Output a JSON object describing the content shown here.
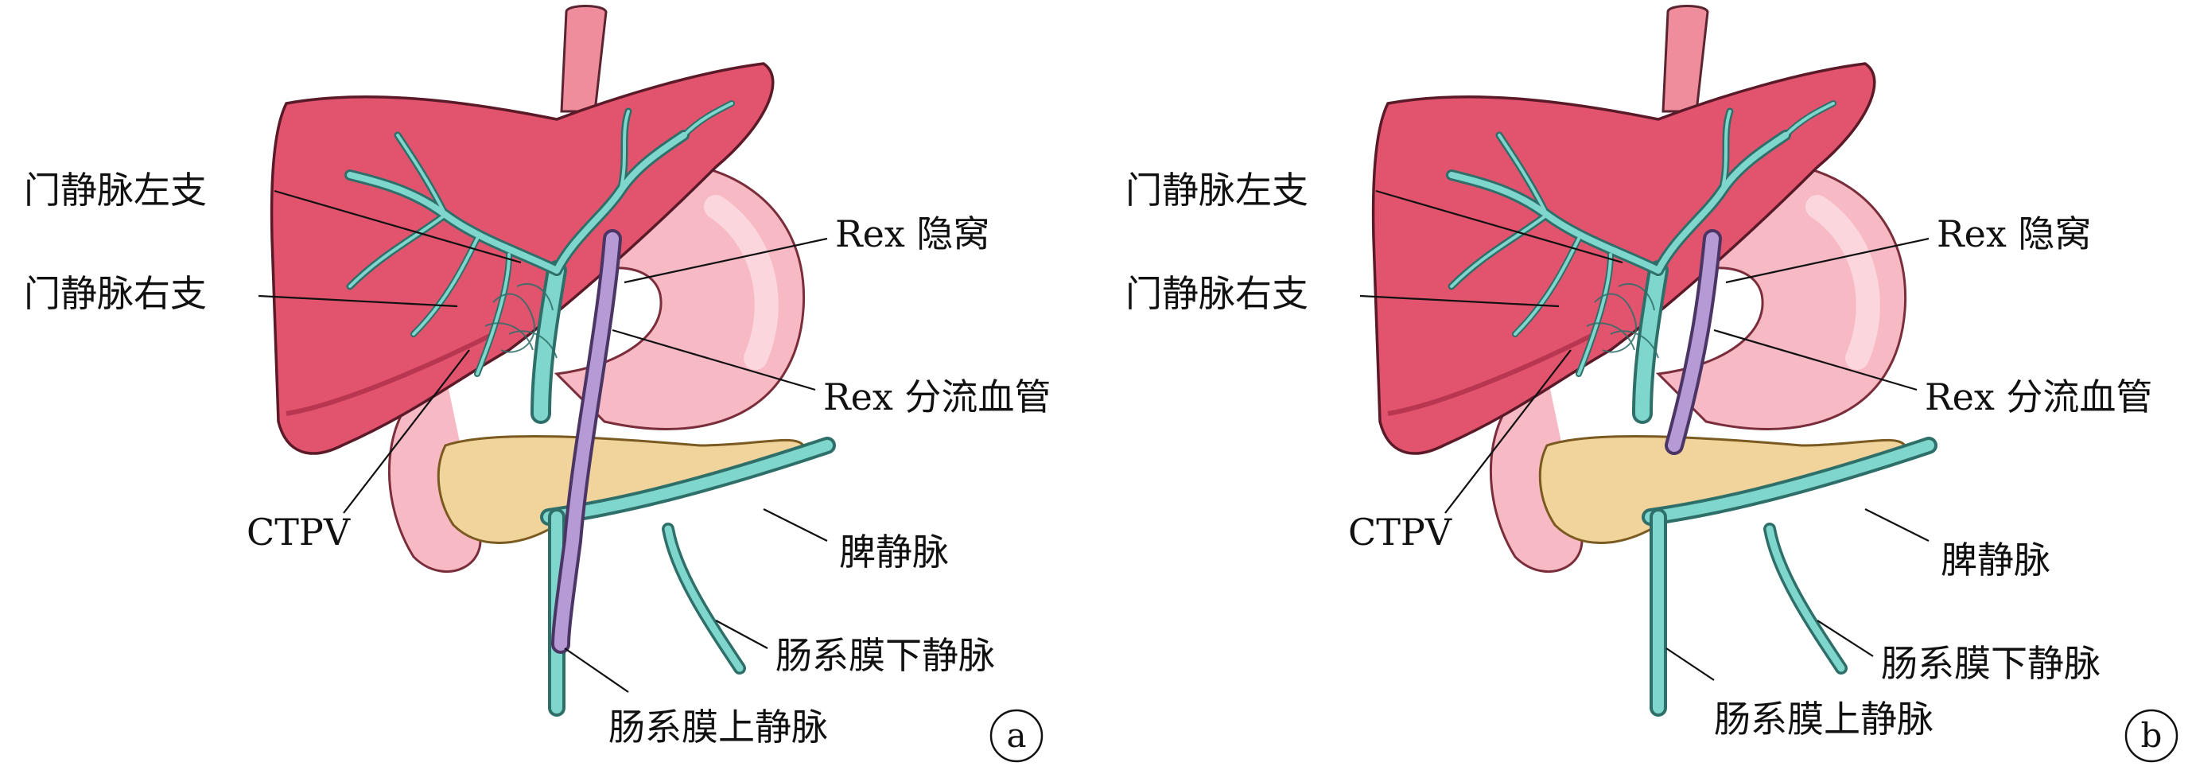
{
  "panels": [
    {
      "id": "a",
      "tag": "a",
      "labels": {
        "left_branch": "门静脉左支",
        "right_branch": "门静脉右支",
        "ctpv": "CTPV",
        "rex_recess": "Rex 隐窝",
        "rex_shunt": "Rex 分流血管",
        "splenic_vein": "脾静脉",
        "inferior_mesenteric_vein": "肠系膜下静脉",
        "superior_mesenteric_vein": "肠系膜上静脉"
      }
    },
    {
      "id": "b",
      "tag": "b",
      "labels": {
        "left_branch": "门静脉左支",
        "right_branch": "门静脉右支",
        "ctpv": "CTPV",
        "rex_recess": "Rex 隐窝",
        "rex_shunt": "Rex 分流血管",
        "splenic_vein": "脾静脉",
        "inferior_mesenteric_vein": "肠系膜下静脉",
        "superior_mesenteric_vein": "肠系膜上静脉"
      }
    }
  ],
  "colors": {
    "liver": "#e2536d",
    "liver_dark": "#b8364f",
    "stomach": "#f7b9c3",
    "stomach_light": "#fbd6dc",
    "pancreas": "#f1d49c",
    "portal_vein": "#7fd6cc",
    "portal_vein_outline": "#2f6f6a",
    "shunt": "#b69ad6",
    "ivc": "#f08d9c"
  }
}
